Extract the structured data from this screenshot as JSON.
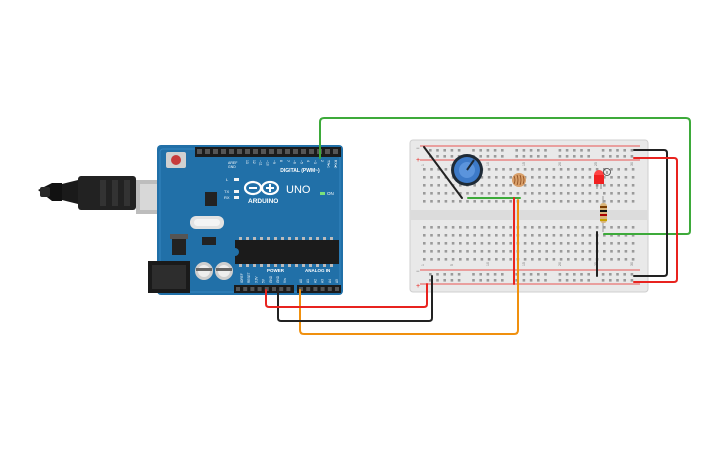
{
  "board": {
    "brand": "ARDUINO",
    "model": "UNO",
    "digital_header": "DIGITAL (PWM~)",
    "power_header": "POWER",
    "analog_header": "ANALOG IN",
    "tx_label": "TX",
    "rx_label": "RX",
    "l_label": "L",
    "on_label": "ON",
    "aref_label": "AREF",
    "gnd_label": "GND",
    "digital_pins": [
      "13",
      "12",
      "~11",
      "~10",
      "~9",
      "8",
      "7",
      "~6",
      "~5",
      "4",
      "~3",
      "2",
      "TX▸1",
      "RX◂0"
    ],
    "power_pins": [
      "IOREF",
      "RESET",
      "3.3V",
      "5V",
      "GND",
      "GND",
      "Vin"
    ],
    "analog_pins": [
      "A0",
      "A1",
      "A2",
      "A3",
      "A4",
      "A5"
    ]
  },
  "breadboard": {
    "rail_plus": "+",
    "rail_minus": "−",
    "column_numbers": [
      "1",
      "5",
      "10",
      "15",
      "20",
      "25",
      "30"
    ]
  },
  "colors": {
    "board": "#2170a8",
    "wire_red": "#e8231f",
    "wire_black": "#222222",
    "wire_green": "#3daa3a",
    "wire_orange": "#f0900e",
    "led": "#f02020",
    "pot": "#3d7ac8"
  }
}
